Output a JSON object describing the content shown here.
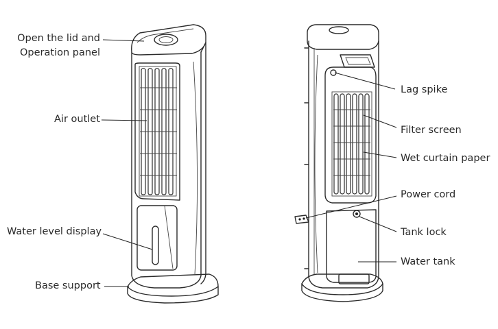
{
  "labels": {
    "lid_panel": [
      "Open the lid and",
      "Operation panel"
    ],
    "air_outlet": "Air outlet",
    "water_level": "Water level display",
    "base_support": "Base support",
    "lag_spike": "Lag spike",
    "filter_screen": "Filter screen",
    "wet_curtain": "Wet curtain paper",
    "power_cord": "Power cord",
    "tank_lock": "Tank lock",
    "water_tank": "Water tank"
  },
  "colors": {
    "line": "#2b2b2b",
    "text": "#2a2a2a",
    "background": "#ffffff"
  }
}
